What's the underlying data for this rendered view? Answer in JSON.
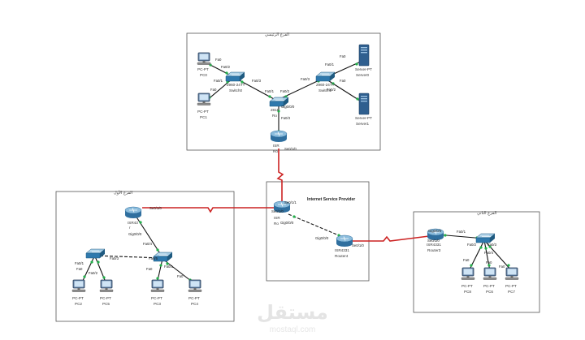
{
  "areas": {
    "top": "الفرع الرئيسي",
    "left": "الفرع الأول",
    "right": "الفرع الثاني",
    "isp": "Internet Service Provider"
  },
  "devices": {
    "pc0": [
      "PC-PT",
      "PC0"
    ],
    "pc1": [
      "PC-PT",
      "PC1"
    ],
    "sw0": [
      "2960-24TT",
      "Switch0"
    ],
    "sw1": [
      "2960-24TT",
      "Switch1"
    ],
    "router_top": [
      "2811",
      "Ro"
    ],
    "srv0": [
      "Server-PT",
      "Server0"
    ],
    "srv1": [
      "Server-PT",
      "Server1"
    ],
    "router_isp": [
      "ISR",
      "Ro"
    ],
    "router4": [
      "ISR4331",
      "Router4"
    ],
    "router_left": [
      "ISR43",
      "r"
    ],
    "router3": [
      "ISR4331",
      "Router3"
    ],
    "pc2": [
      "PC-PT",
      "PC2"
    ],
    "pc5": [
      "PC-PT",
      "PC5"
    ],
    "pc3": [
      "PC-PT",
      "PC3"
    ],
    "pc4": [
      "PC-PT",
      "PC4"
    ],
    "pc8": [
      "PC-PT",
      "PC8"
    ],
    "pc6": [
      "PC-PT",
      "PC6"
    ],
    "pc7": [
      "PC-PT",
      "PC7"
    ]
  },
  "ports": {
    "t1": "Fa0",
    "t2": "Fa0/2",
    "t3": "Fa0/1",
    "t4": "Fa0",
    "t5": "Fa0/3",
    "t6": "Fa0/1",
    "t7": "Fa0/2",
    "t8": "Fa0/3",
    "t9": "Fa0/1",
    "t10": "Fa0",
    "t11": "Fa0/2",
    "t12": "Fa0",
    "t13": "Gig0/0/0",
    "t14": "Fa0/3",
    "t15": "Se0/1/0",
    "t16": "Se0/1/1",
    "t17": "Gig0/0/0",
    "t18": "Se0/1/0",
    "t19": "Se0/1/0",
    "t20": "Gig0/0/0",
    "t21": "Fa0/4",
    "t22": "Fa0/3",
    "t23": "Fa0/5",
    "t24": "Fa0/1",
    "t25": "Fa0",
    "t26": "Fa0/2",
    "t27": "Fa0",
    "t28": "Fa0",
    "t29": "Fa0/1",
    "t30": "Se0/1/0",
    "t31": "Gig0/0/0",
    "t32": "Fa0/1",
    "t33": "Fa0/2",
    "t34": "Fa0/3",
    "t35": "Fa0/4",
    "t36": "Fa0",
    "t37": "Fa0",
    "t38": "Fa0"
  },
  "watermark": {
    "arabic": "مستقل",
    "latin": "mostaql.com"
  },
  "colors": {
    "serial_link": "#cc2222",
    "straight_link": "#111111",
    "link_up": "#22b04a",
    "box_border": "#555555"
  }
}
